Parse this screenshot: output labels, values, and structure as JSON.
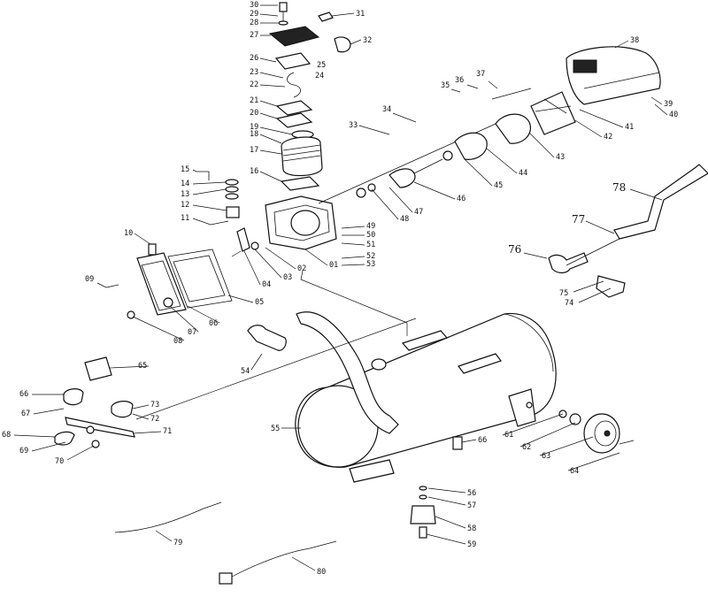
{
  "callouts": [
    {
      "id": "c30",
      "label": "30"
    },
    {
      "id": "c29",
      "label": "29"
    },
    {
      "id": "c28",
      "label": "28"
    },
    {
      "id": "c31",
      "label": "31"
    },
    {
      "id": "c27",
      "label": "27"
    },
    {
      "id": "c32",
      "label": "32"
    },
    {
      "id": "c26",
      "label": "26"
    },
    {
      "id": "c25",
      "label": "25"
    },
    {
      "id": "c23",
      "label": "23"
    },
    {
      "id": "c24",
      "label": "24"
    },
    {
      "id": "c22",
      "label": "22"
    },
    {
      "id": "c21",
      "label": "21"
    },
    {
      "id": "c20",
      "label": "20"
    },
    {
      "id": "c19",
      "label": "19"
    },
    {
      "id": "c18",
      "label": "18"
    },
    {
      "id": "c17",
      "label": "17"
    },
    {
      "id": "c16",
      "label": "16"
    },
    {
      "id": "c15",
      "label": "15"
    },
    {
      "id": "c14",
      "label": "14"
    },
    {
      "id": "c13",
      "label": "13"
    },
    {
      "id": "c12",
      "label": "12"
    },
    {
      "id": "c11",
      "label": "11"
    },
    {
      "id": "c10",
      "label": "10"
    },
    {
      "id": "c09",
      "label": "09"
    },
    {
      "id": "c08",
      "label": "08"
    },
    {
      "id": "c07",
      "label": "07"
    },
    {
      "id": "c06",
      "label": "06"
    },
    {
      "id": "c05",
      "label": "05"
    },
    {
      "id": "c04",
      "label": "04"
    },
    {
      "id": "c03",
      "label": "03"
    },
    {
      "id": "c02",
      "label": "02"
    },
    {
      "id": "c01",
      "label": "01"
    },
    {
      "id": "c49",
      "label": "49"
    },
    {
      "id": "c50",
      "label": "50"
    },
    {
      "id": "c51",
      "label": "51"
    },
    {
      "id": "c52",
      "label": "52"
    },
    {
      "id": "c53",
      "label": "53"
    },
    {
      "id": "c48",
      "label": "48"
    },
    {
      "id": "c47",
      "label": "47"
    },
    {
      "id": "c46",
      "label": "46"
    },
    {
      "id": "c45",
      "label": "45"
    },
    {
      "id": "c44",
      "label": "44"
    },
    {
      "id": "c43",
      "label": "43"
    },
    {
      "id": "c42",
      "label": "42"
    },
    {
      "id": "c41",
      "label": "41"
    },
    {
      "id": "c40",
      "label": "40"
    },
    {
      "id": "c39",
      "label": "39"
    },
    {
      "id": "c38",
      "label": "38"
    },
    {
      "id": "c37",
      "label": "37"
    },
    {
      "id": "c36",
      "label": "36"
    },
    {
      "id": "c35",
      "label": "35"
    },
    {
      "id": "c34",
      "label": "34"
    },
    {
      "id": "c33",
      "label": "33"
    },
    {
      "id": "c78",
      "label": "78"
    },
    {
      "id": "c77",
      "label": "77"
    },
    {
      "id": "c76",
      "label": "76"
    },
    {
      "id": "c75",
      "label": "75"
    },
    {
      "id": "c74",
      "label": "74"
    },
    {
      "id": "c54",
      "label": "54"
    },
    {
      "id": "c55",
      "label": "55"
    },
    {
      "id": "c65",
      "label": "65"
    },
    {
      "id": "c66a",
      "label": "66"
    },
    {
      "id": "c67",
      "label": "67"
    },
    {
      "id": "c68",
      "label": "68"
    },
    {
      "id": "c69",
      "label": "69"
    },
    {
      "id": "c70",
      "label": "70"
    },
    {
      "id": "c71",
      "label": "71"
    },
    {
      "id": "c72",
      "label": "72"
    },
    {
      "id": "c73",
      "label": "73"
    },
    {
      "id": "c66b",
      "label": "66"
    },
    {
      "id": "c61",
      "label": "61"
    },
    {
      "id": "c62",
      "label": "62"
    },
    {
      "id": "c63",
      "label": "63"
    },
    {
      "id": "c64",
      "label": "64"
    },
    {
      "id": "c56",
      "label": "56"
    },
    {
      "id": "c57",
      "label": "57"
    },
    {
      "id": "c58",
      "label": "58"
    },
    {
      "id": "c59",
      "label": "59"
    },
    {
      "id": "c79",
      "label": "79"
    },
    {
      "id": "c80",
      "label": "80"
    }
  ]
}
